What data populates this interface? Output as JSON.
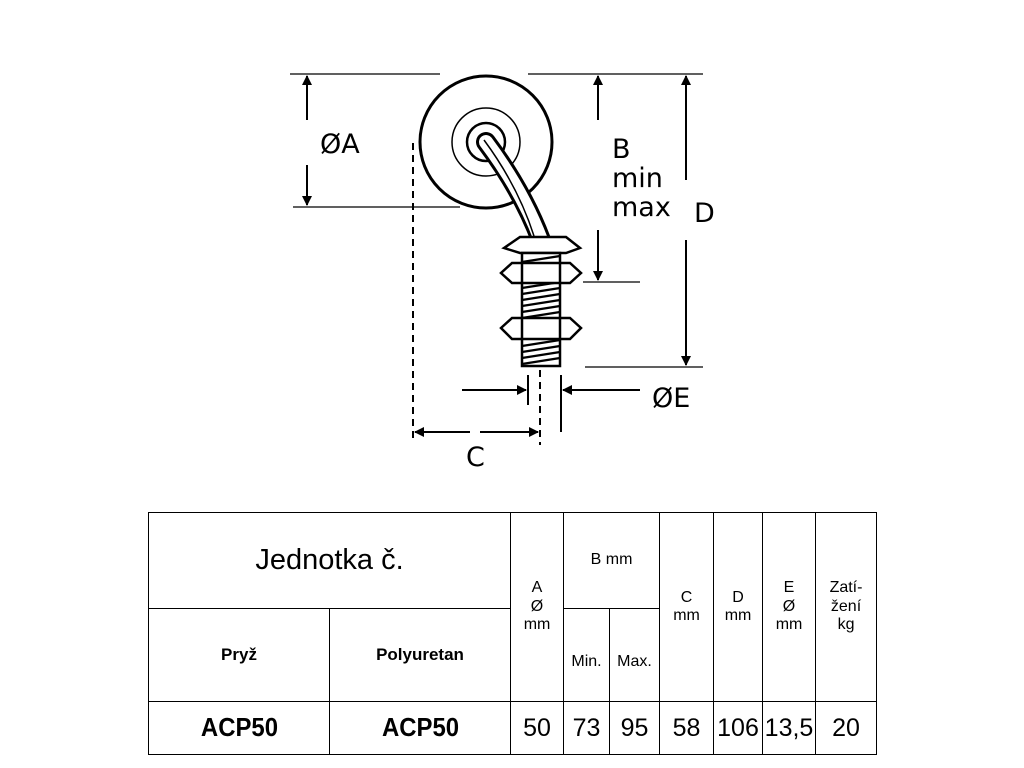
{
  "drawing": {
    "labels": {
      "a": "ØA",
      "b_line1": "B",
      "b_line2": "min",
      "b_line3": "max",
      "d": "D",
      "e": "ØE",
      "c": "C"
    }
  },
  "table": {
    "title": "Jednotka č.",
    "col_rubber": "Pryž",
    "col_polyurethane": "Polyuretan",
    "headers": {
      "a": [
        "A",
        "Ø",
        "mm"
      ],
      "b": "B mm",
      "b_min": "Min.",
      "b_max": "Max.",
      "c": [
        "C",
        "mm"
      ],
      "d": [
        "D",
        "mm"
      ],
      "e": [
        "E",
        "Ø",
        "mm"
      ],
      "load": [
        "Zatí-",
        "žení",
        "kg"
      ]
    },
    "row": {
      "rubber_code": "ACP50",
      "polyurethane_code": "ACP50",
      "a": "50",
      "b_min": "73",
      "b_max": "95",
      "c": "58",
      "d": "106",
      "e": "13,5",
      "load": "20"
    }
  }
}
